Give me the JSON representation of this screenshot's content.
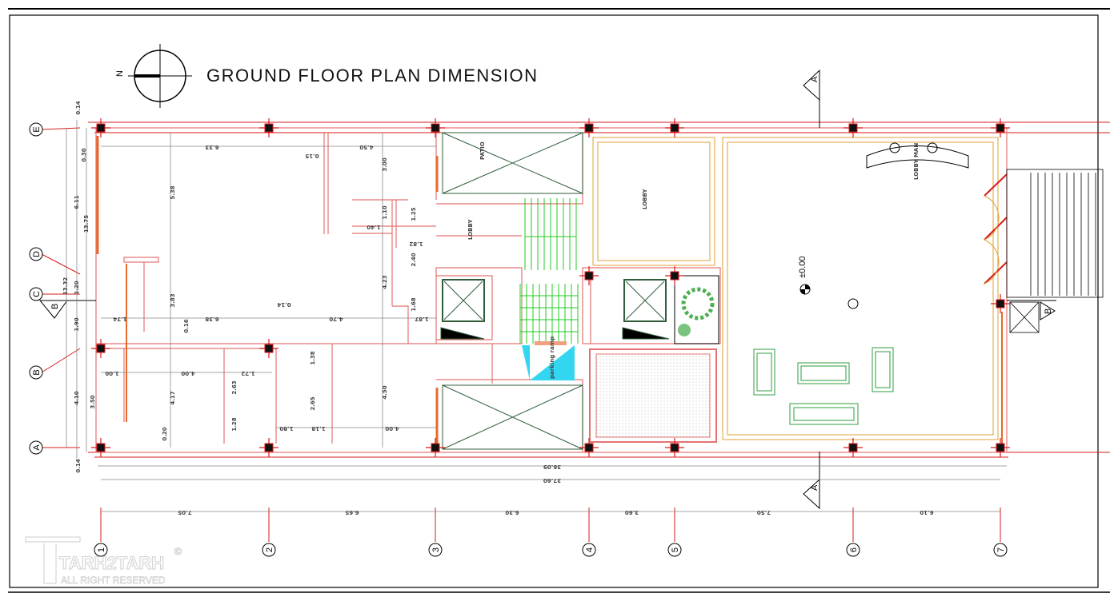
{
  "drawing": {
    "title": "GROUND FLOOR PLAN DIMENSION",
    "north_label": "N",
    "level_label": "±0.00",
    "section_markers": [
      "A",
      "B"
    ],
    "room_labels": {
      "patio": "PATIO",
      "lobby_left": "LOBBY",
      "lobby_center": "LOBBY",
      "lobby_man": "LOBBY MAN",
      "stair_label": "parking ramp"
    },
    "grid_columns": [
      "1",
      "2",
      "3",
      "4",
      "5",
      "6",
      "7"
    ],
    "grid_rows": [
      "A",
      "B",
      "C",
      "D",
      "E"
    ],
    "column_spacings": [
      "7.05",
      "6.65",
      "6.30",
      "3.60",
      "7.50",
      "6.10"
    ],
    "overall_dims": [
      "36.09",
      "37.60"
    ],
    "left_dims": [
      "0.14",
      "0.30",
      "6.11",
      "13.75",
      "13.32",
      "1.20",
      "1.90",
      "4.10",
      "3.50",
      "0.14"
    ],
    "interior_dims": [
      "6.33",
      "0.15",
      "4.50",
      "3.00",
      "5.38",
      "1.10",
      "1.40",
      "1.25",
      "1.82",
      "2.40",
      "4.23",
      "1.68",
      "3.83",
      "0.14",
      "1.74",
      "6.38",
      "4.70",
      "1.87",
      "0.16",
      "1.00",
      "4.00",
      "1.72",
      "2.63",
      "1.38",
      "2.65",
      "4.17",
      "4.50",
      "0.20",
      "1.28",
      "1.80",
      "1.18",
      "4.00"
    ]
  },
  "watermark": {
    "brand": "TARH2TARH",
    "tagline": "ALL RIGHT RESERVED",
    "copyright": "©"
  },
  "colors": {
    "wall": "#e57373",
    "grid": "#d81b1b",
    "stairs": "#22cc22",
    "lobby_border": "#e0a030",
    "furniture": "#2e9e3e",
    "ramp": "#33d6f0"
  }
}
